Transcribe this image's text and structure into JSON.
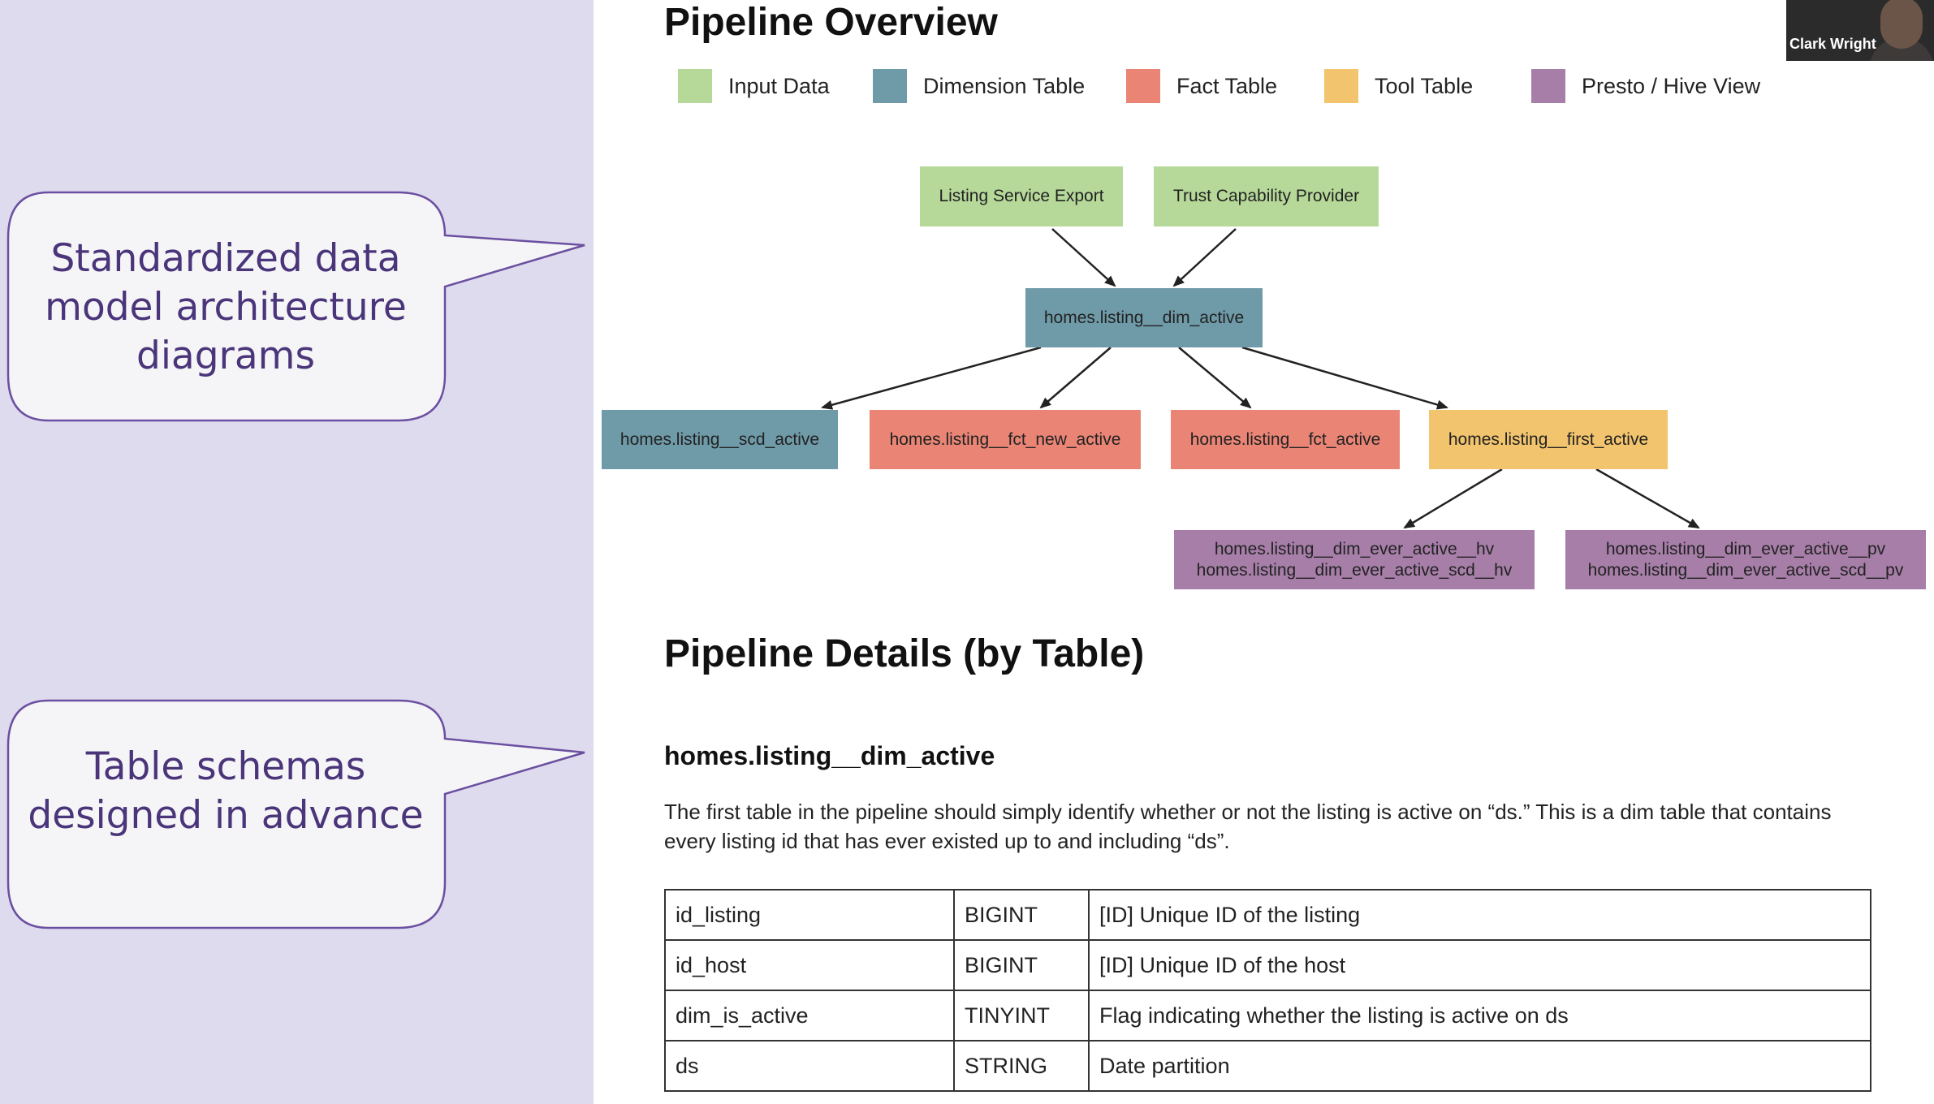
{
  "colors": {
    "sidebar_bg": "#dfdbee",
    "callout_border": "#6b4fa0",
    "callout_text": "#4a357a",
    "input_data": "#b6d99a",
    "dimension_table": "#6f9aa8",
    "fact_table": "#ea8576",
    "tool_table": "#f2c46e",
    "view": "#a67ea8",
    "arrow": "#222222"
  },
  "callouts": [
    {
      "text": "Standardized data model architecture diagrams"
    },
    {
      "text": "Table schemas designed in advance"
    }
  ],
  "pipeline_overview": {
    "title": "Pipeline Overview",
    "legend": [
      {
        "label": "Input Data",
        "color": "#b6d99a"
      },
      {
        "label": "Dimension Table",
        "color": "#6f9aa8"
      },
      {
        "label": "Fact Table",
        "color": "#ea8576"
      },
      {
        "label": "Tool Table",
        "color": "#f2c46e"
      },
      {
        "label": "Presto / Hive View",
        "color": "#a67ea8"
      }
    ],
    "nodes": {
      "listing_service_export": {
        "label": "Listing Service Export",
        "kind": "input"
      },
      "trust_capability_provider": {
        "label": "Trust Capability Provider",
        "kind": "input"
      },
      "dim_active": {
        "label": "homes.listing__dim_active",
        "kind": "dimension"
      },
      "scd_active": {
        "label": "homes.listing__scd_active",
        "kind": "dimension"
      },
      "fct_new_active": {
        "label": "homes.listing__fct_new_active",
        "kind": "fact"
      },
      "fct_active": {
        "label": "homes.listing__fct_active",
        "kind": "fact"
      },
      "first_active": {
        "label": "homes.listing__first_active",
        "kind": "tool"
      },
      "hv_views": {
        "line1": "homes.listing__dim_ever_active__hv",
        "line2": "homes.listing__dim_ever_active_scd__hv",
        "kind": "view"
      },
      "pv_views": {
        "line1": "homes.listing__dim_ever_active__pv",
        "line2": "homes.listing__dim_ever_active_scd__pv",
        "kind": "view"
      }
    }
  },
  "pipeline_details": {
    "title": "Pipeline Details (by Table)",
    "table_name": "homes.listing__dim_active",
    "description": "The first table in the pipeline should simply identify whether or not the listing is active on “ds.” This is a dim table that contains every listing id that has ever existed up to and including “ds”.",
    "columns": [
      {
        "name": "id_listing",
        "type": "BIGINT",
        "desc": "[ID] Unique ID of the listing"
      },
      {
        "name": "id_host",
        "type": "BIGINT",
        "desc": "[ID] Unique ID of the host"
      },
      {
        "name": "dim_is_active",
        "type": "TINYINT",
        "desc": "Flag indicating whether the listing is active on ds"
      },
      {
        "name": "ds",
        "type": "STRING",
        "desc": "Date partition"
      }
    ]
  },
  "presenter": {
    "name": "Clark Wright"
  }
}
